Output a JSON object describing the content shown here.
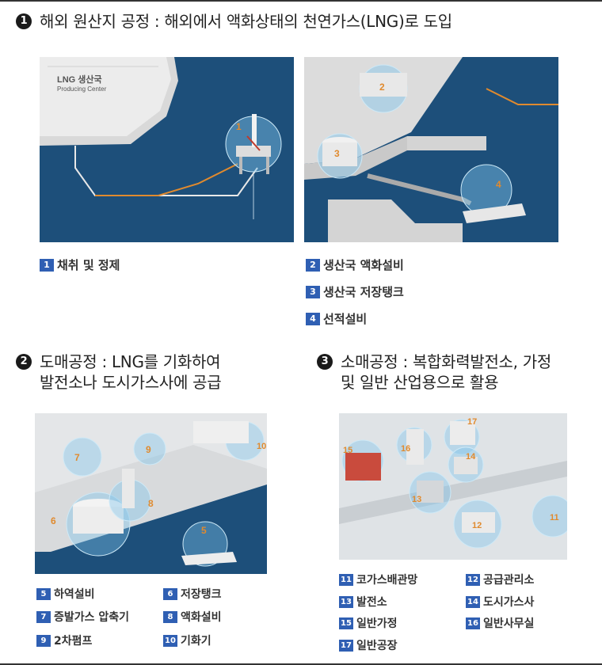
{
  "sections": [
    {
      "bullet": "1",
      "lines": [
        "해외 원산지 공정 : 해외에서 액화상태의 천연가스(LNG)로 도입"
      ]
    },
    {
      "bullet": "2",
      "lines": [
        "도매공정 : LNG를 기화하여",
        "발전소나 도시가스사에 공급"
      ]
    },
    {
      "bullet": "3",
      "lines": [
        "소매공정 : 복합화력발전소, 가정",
        "및 일반 산업용으로 활용"
      ]
    }
  ],
  "panel1": {
    "sign_title": "LNG 생산국",
    "sign_sub": "Producing Center"
  },
  "legend1": [
    {
      "num": "1",
      "label": "채취 및 정제"
    },
    {
      "num": "2",
      "label": "생산국 액화설비"
    },
    {
      "num": "3",
      "label": "생산국 저장탱크"
    },
    {
      "num": "4",
      "label": "선적설비"
    }
  ],
  "legend2": [
    {
      "num": "5",
      "label": "하역설비"
    },
    {
      "num": "6",
      "label": "저장탱크"
    },
    {
      "num": "7",
      "label": "증발가스 압축기"
    },
    {
      "num": "8",
      "label": "액화설비"
    },
    {
      "num": "9",
      "label": "2차펌프"
    },
    {
      "num": "10",
      "label": "기화기"
    }
  ],
  "legend3": [
    {
      "num": "11",
      "label": "코가스배관망"
    },
    {
      "num": "12",
      "label": "공급관리소"
    },
    {
      "num": "13",
      "label": "발전소"
    },
    {
      "num": "14",
      "label": "도시가스사"
    },
    {
      "num": "15",
      "label": "일반가정"
    },
    {
      "num": "16",
      "label": "일반사무실"
    },
    {
      "num": "17",
      "label": "일반공장"
    }
  ],
  "colors": {
    "sea": "#1d4f7a",
    "land": "#e6e6e6",
    "pipe": "#e08a2e",
    "badge": "#2f5fb3",
    "bubble": "#7ec3ea"
  }
}
